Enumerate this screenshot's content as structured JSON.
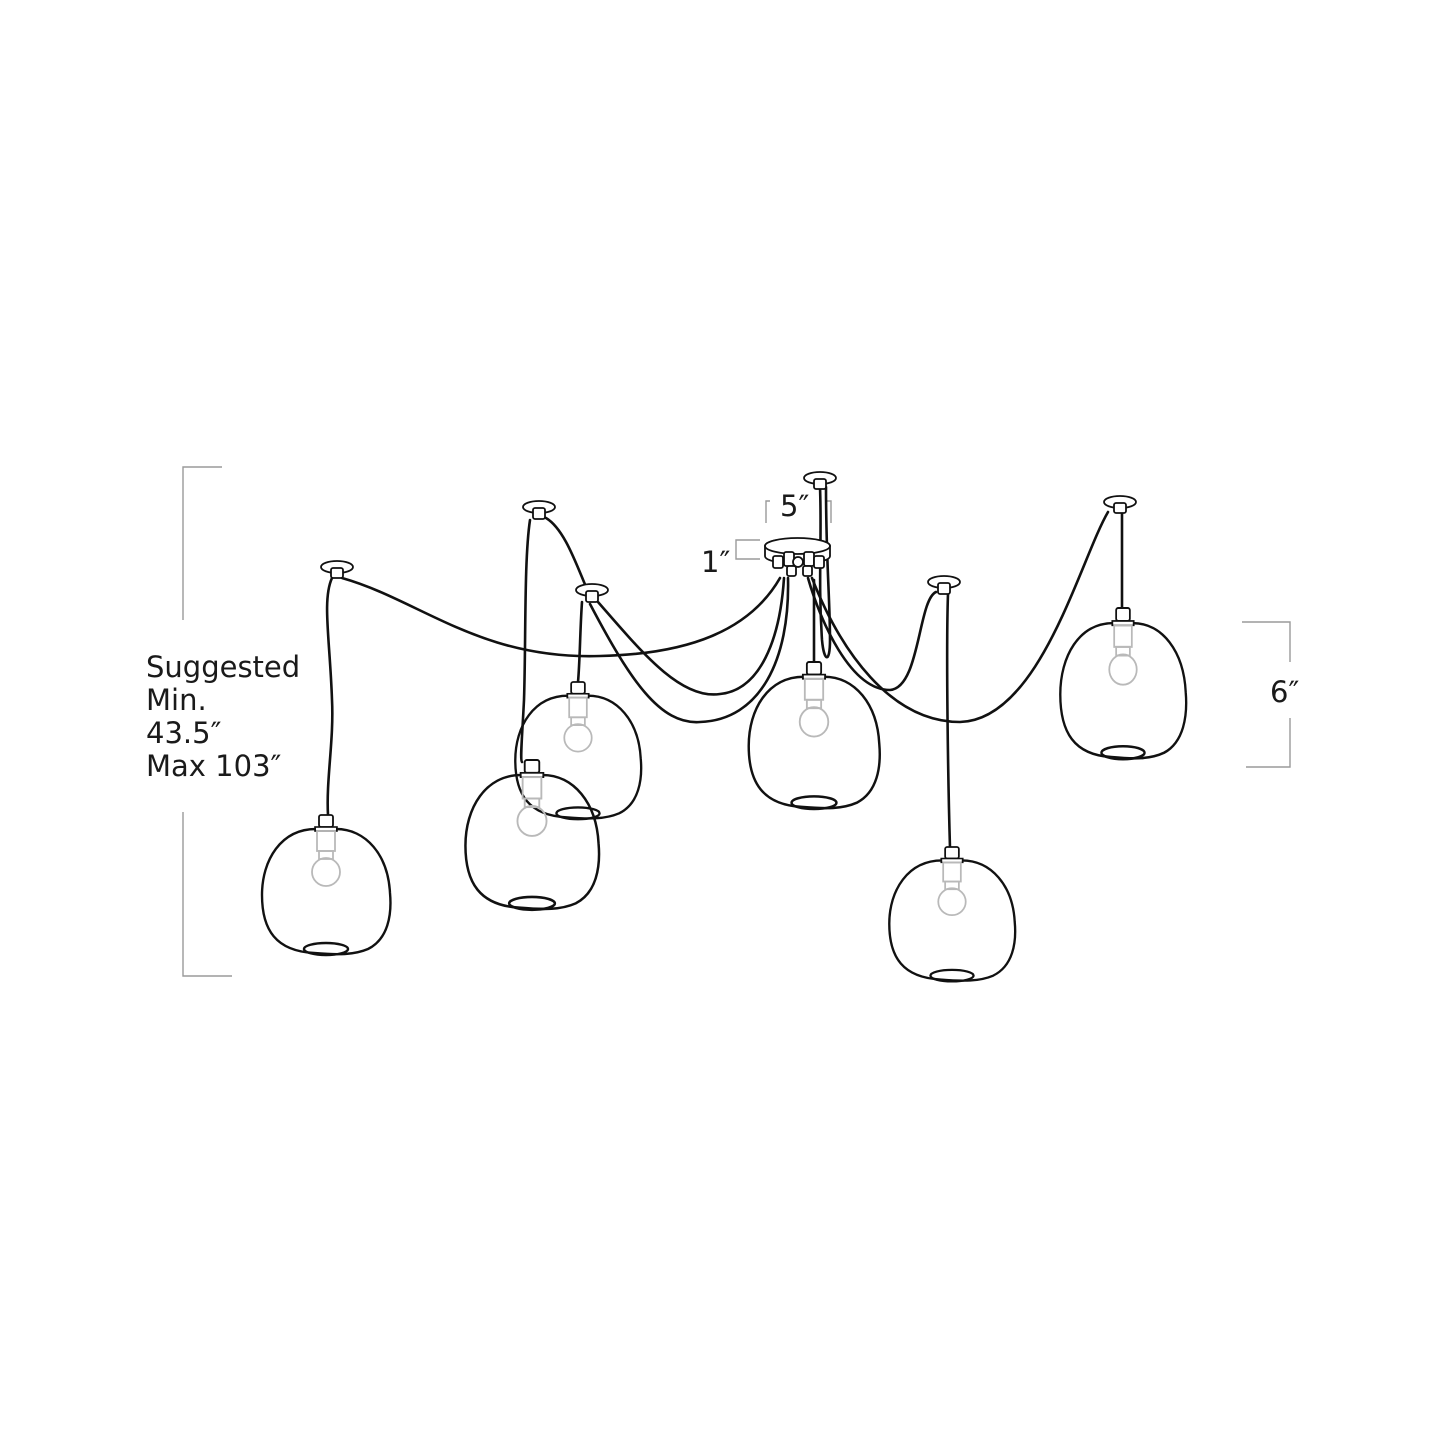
{
  "diagram": {
    "subject": "six-pendant swag chandelier with globe shades",
    "dimensions": {
      "overall_height_label": [
        "Suggested",
        "Min.",
        "43.5″",
        "Max 103″"
      ],
      "canopy_width": "5″",
      "canopy_height": "1″",
      "shade_height": "6″"
    },
    "pendant_count": 6,
    "colors": {
      "line": "#111111",
      "bulb": "#b9b9b9",
      "dimension_line": "#9a9a9a",
      "text": "#1a1a1a",
      "background": "#ffffff"
    }
  }
}
